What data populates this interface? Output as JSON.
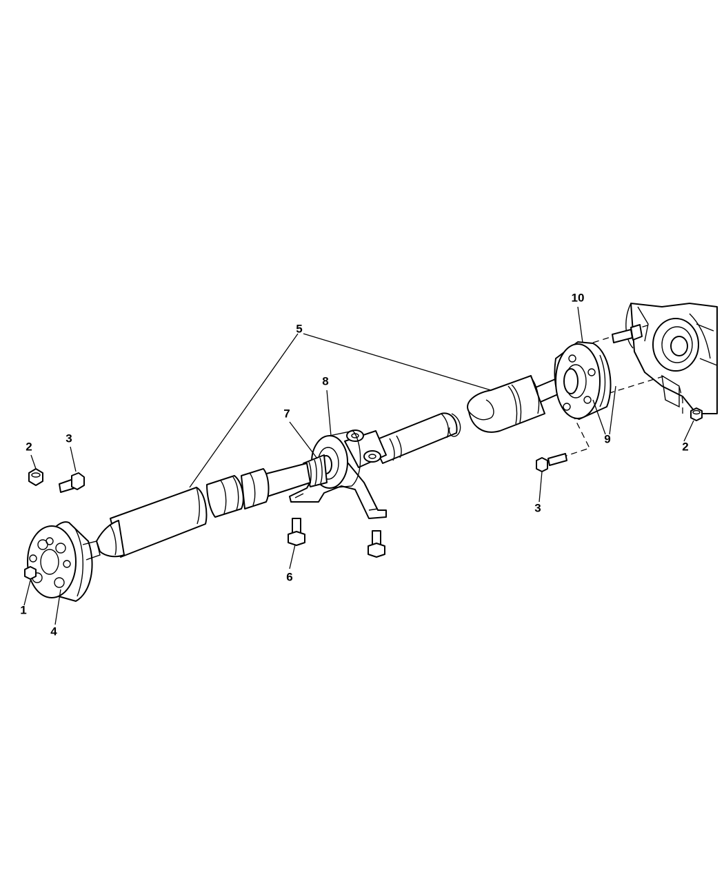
{
  "callouts": {
    "c1": "1",
    "c2_left": "2",
    "c2_right": "2",
    "c3_left": "3",
    "c3_mid": "3",
    "c4": "4",
    "c5": "5",
    "c6": "6",
    "c7": "7",
    "c8": "8",
    "c9": "9",
    "c10": "10"
  }
}
